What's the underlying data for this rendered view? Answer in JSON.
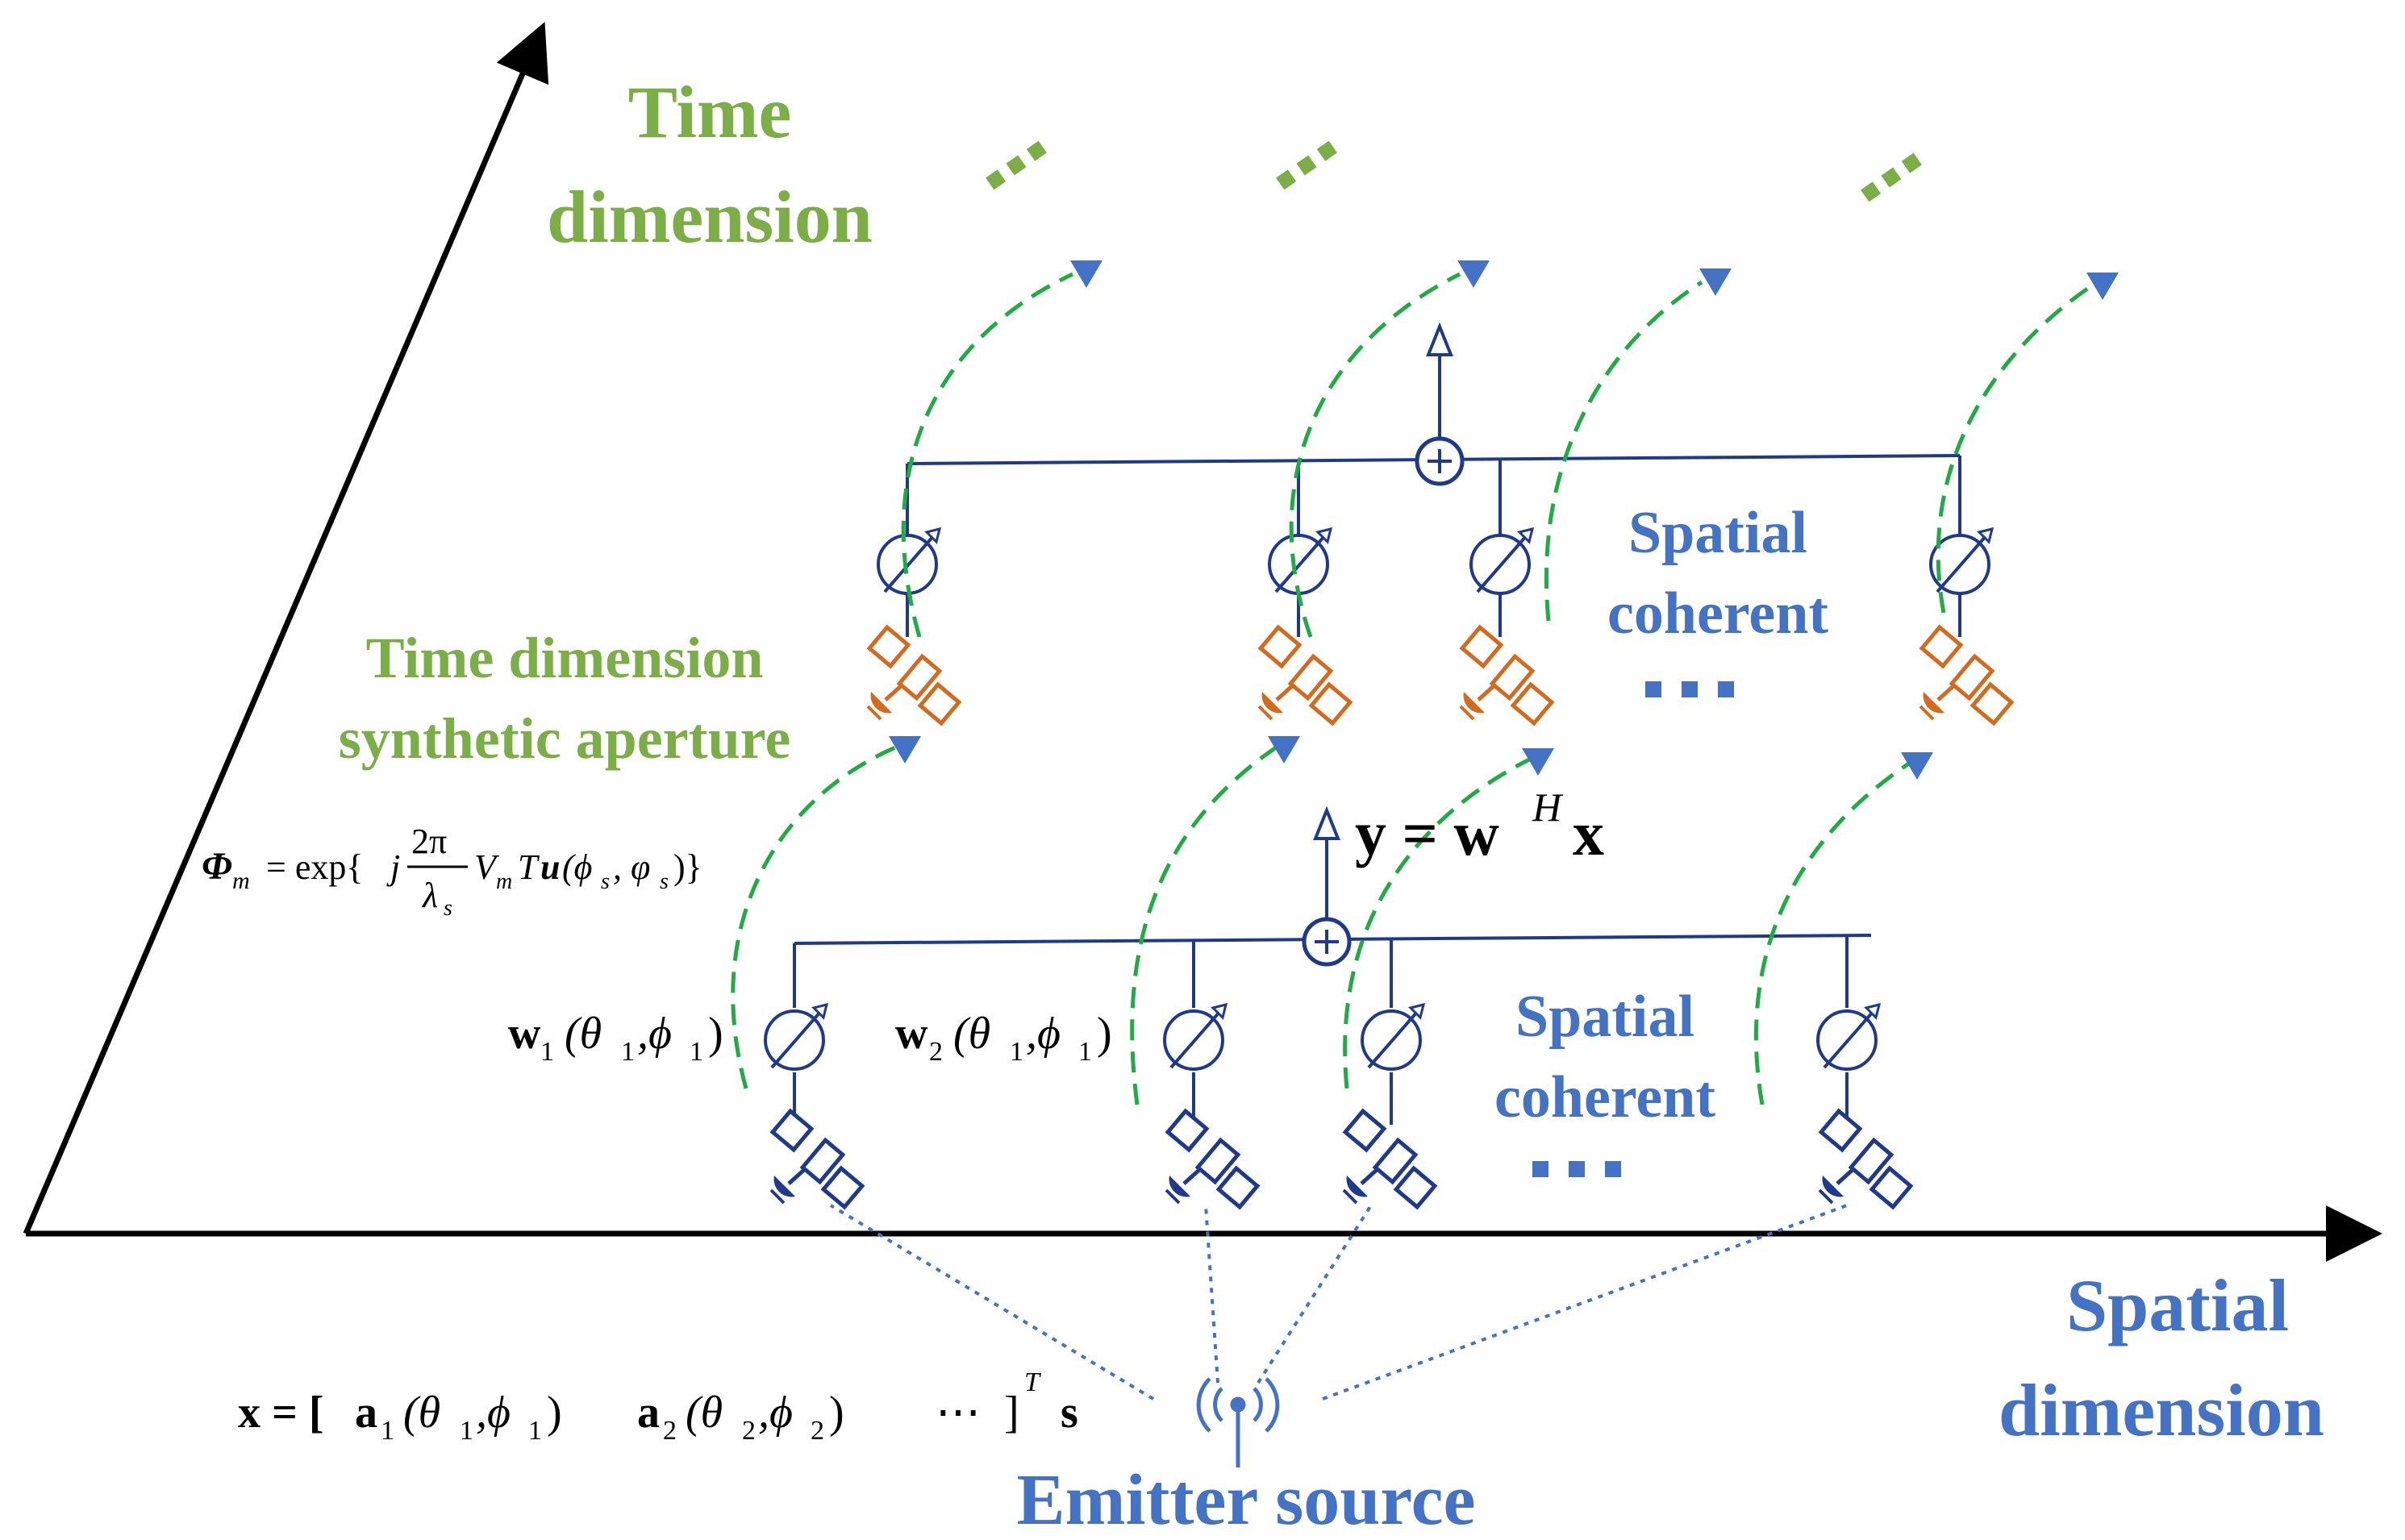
{
  "labels": {
    "time_dimension_line1": "Time",
    "time_dimension_line2": "dimension",
    "time_synthetic_line1": "Time dimension",
    "time_synthetic_line2": "synthetic aperture",
    "spatial_coherent_upper_line1": "Spatial",
    "spatial_coherent_upper_line2": "coherent",
    "spatial_coherent_lower_line1": "Spatial",
    "spatial_coherent_lower_line2": "coherent",
    "spatial_dimension_line1": "Spatial",
    "spatial_dimension_line2": "dimension",
    "emitter_source": "Emitter source",
    "ellipsis": "⋯"
  },
  "equations": {
    "phi_lhs": "Φ",
    "phi_sub": "m",
    "phi_eq": "= exp{",
    "phi_j": "j",
    "phi_num": "2π",
    "phi_den": "λ",
    "phi_den_sub": "s",
    "phi_rest_v": "V",
    "phi_rest_vsub": "m",
    "phi_rest_t": "T",
    "phi_rest_u": "u",
    "phi_args": "(ϕ",
    "phi_args_sub1": "s",
    "phi_args_mid": ", φ",
    "phi_args_sub2": "s",
    "phi_close": ")}",
    "y_eq": "y = w",
    "y_sup": "H",
    "y_x": "x",
    "w1": "w",
    "w1_sub": "1",
    "w1_args": "(θ",
    "w1_args_sub1": "1",
    "w1_args_mid": ",ϕ",
    "w1_args_sub2": "1",
    "w1_close": ")",
    "w2": "w",
    "w2_sub": "2",
    "w2_args": "(θ",
    "w2_args_sub1": "1",
    "w2_args_mid": ",ϕ",
    "w2_args_sub2": "1",
    "w2_close": ")",
    "x_lhs": "x = [",
    "x_a1": "a",
    "x_a1_sub": "1",
    "x_a1_args": "(θ",
    "x_a1_args_sub1": "1",
    "x_a1_args_mid": ",ϕ",
    "x_a1_args_sub2": "1",
    "x_a1_close": ")",
    "x_a2": "a",
    "x_a2_sub": "2",
    "x_a2_args": "(θ",
    "x_a2_args_sub1": "2",
    "x_a2_args_mid": ",ϕ",
    "x_a2_args_sub2": "2",
    "x_a2_close": ")",
    "x_dots": "⋯",
    "x_close": "]",
    "x_sup": "T",
    "x_s": "s"
  },
  "colors": {
    "green": "#7cae47",
    "blue_text": "#4472c4",
    "navy": "#1f3a8a",
    "orange": "#d46a1e",
    "dashed_green": "#22aa44",
    "arrow_blue": "#4472c4"
  },
  "icons": [
    "satellite-icon",
    "phase-shifter-icon",
    "summer-icon",
    "antenna-icon"
  ]
}
